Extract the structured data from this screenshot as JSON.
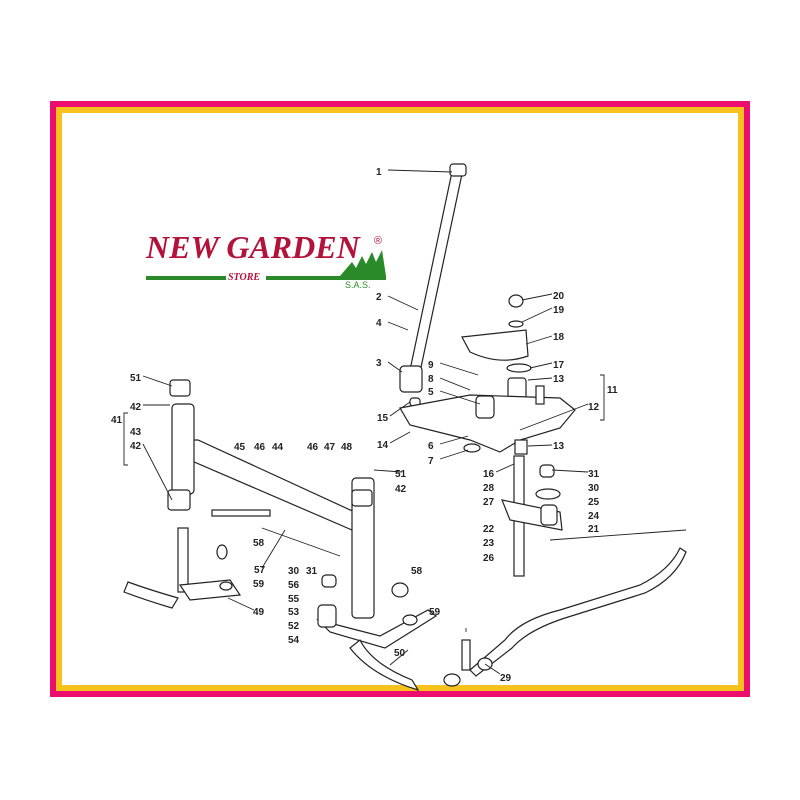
{
  "logo": {
    "brand": "NEW GARDEN",
    "registered": "®",
    "sub": "STORE",
    "suffix": "S.A.S."
  },
  "colors": {
    "border_outer": "#ec0d6e",
    "border_inner": "#f8c21e",
    "logo_red": "#b3123a",
    "logo_green": "#2a8a2a"
  },
  "labels": [
    "1",
    "2",
    "4",
    "3",
    "20",
    "19",
    "18",
    "17",
    "13",
    "9",
    "8",
    "5",
    "11",
    "12",
    "15",
    "14",
    "6",
    "7",
    "13",
    "16",
    "31",
    "28",
    "30",
    "27",
    "25",
    "24",
    "22",
    "21",
    "23",
    "26",
    "51",
    "42",
    "41",
    "43",
    "42",
    "45",
    "46",
    "44",
    "46",
    "47",
    "48",
    "51",
    "42",
    "58",
    "57",
    "59",
    "49",
    "30",
    "31",
    "56",
    "55",
    "53",
    "52",
    "54",
    "58",
    "59",
    "50",
    "29"
  ]
}
